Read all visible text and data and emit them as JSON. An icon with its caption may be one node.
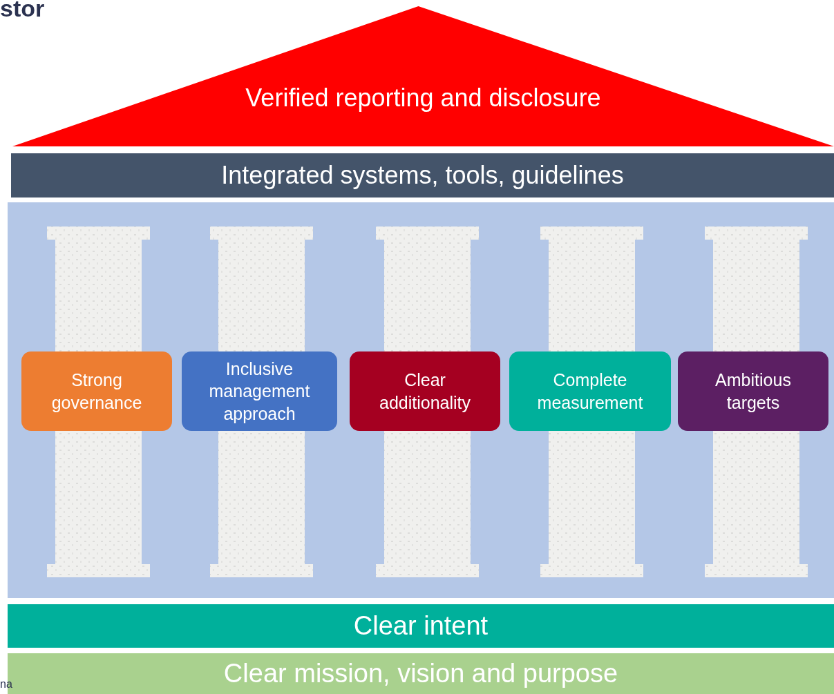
{
  "diagram": {
    "nodes": [
      {
        "text": [
          "Verified reporting and disclosure"
        ]
      },
      {
        "text": [
          "Integrated systems, tools, guidelines"
        ]
      },
      {
        "text": [
          "Strong governance"
        ]
      },
      {
        "text": [
          "Inclusive management approach"
        ]
      },
      {
        "text": [
          "Clear additionality"
        ]
      },
      {
        "text": [
          "Complete measurement"
        ]
      },
      {
        "text": [
          "Ambitious targets"
        ]
      },
      {
        "text": [
          "Clear intent"
        ]
      },
      {
        "text": [
          "Clear mission, vision and purpose"
        ]
      }
    ],
    "labels": [
      "stor",
      "na"
    ]
  }
}
